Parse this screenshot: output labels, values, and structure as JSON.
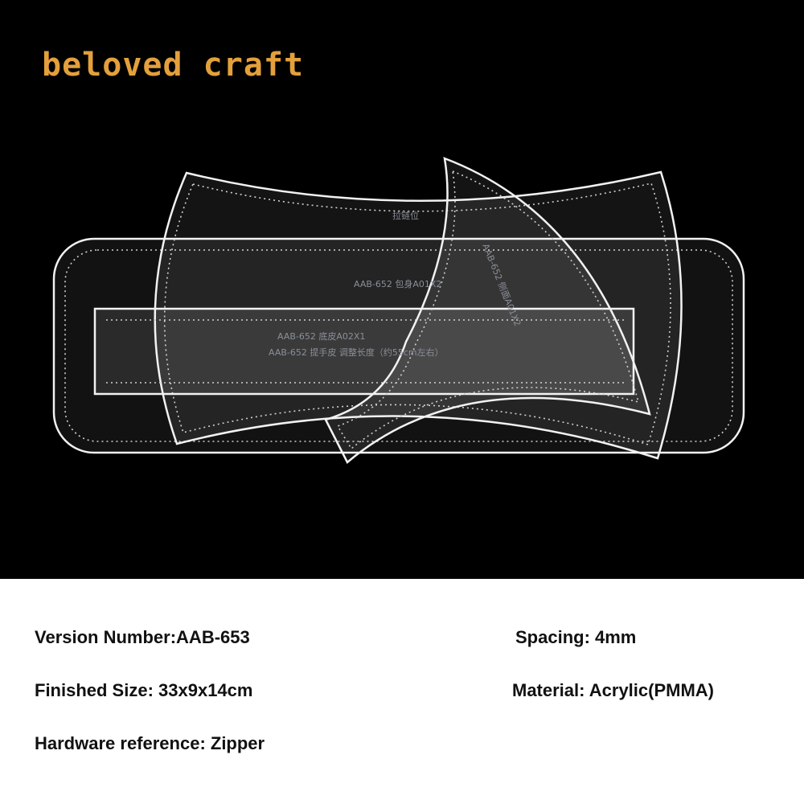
{
  "brand": {
    "name": "beloved craft",
    "color": "#e3a03c"
  },
  "templates": {
    "labels": {
      "zipper": "拉链位",
      "body": "AAB-652  包身A01X2",
      "side": "AAB-652  侧面A01X2",
      "bottom": "AAB-652  底皮A02X1",
      "handle": "AAB-652  提手皮  调整长度（约55cm左右）"
    }
  },
  "specs": {
    "version": "Version Number:AAB-653",
    "spacing": "Spacing: 4mm",
    "finished_size": "Finished Size: 33x9x14cm",
    "material": "Material: Acrylic(PMMA)",
    "hardware": "Hardware reference: Zipper"
  }
}
